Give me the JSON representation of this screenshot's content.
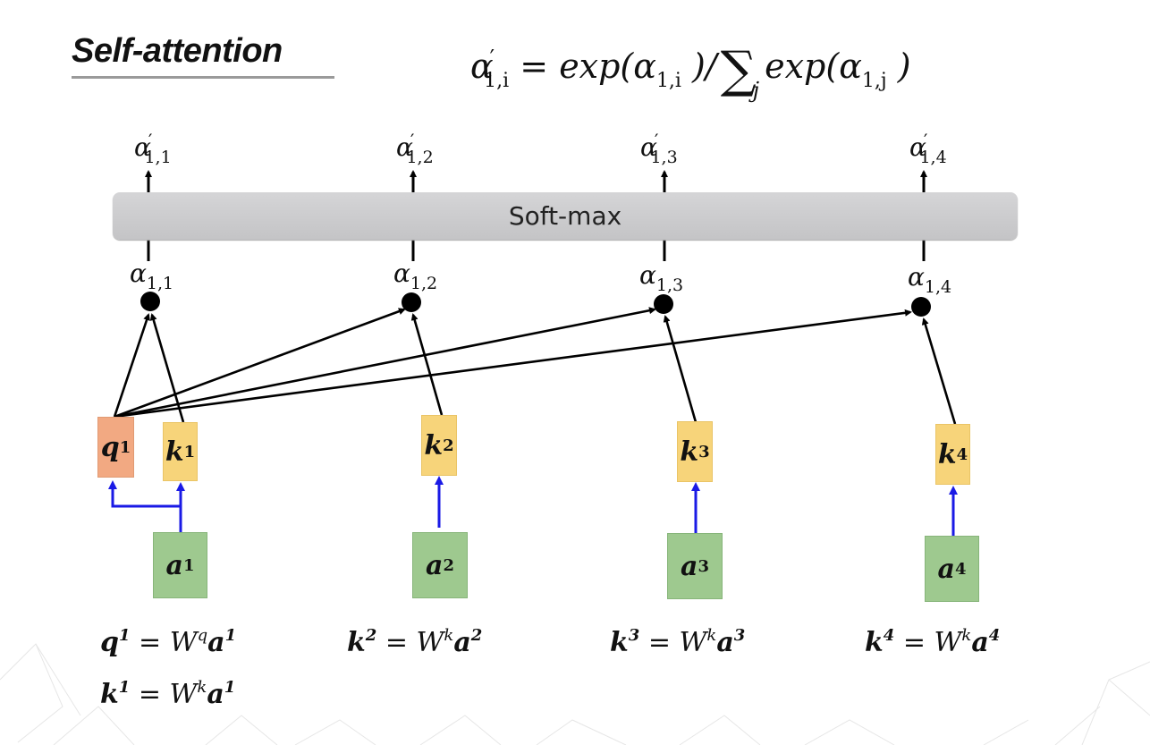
{
  "slide": {
    "title": "Self-attention",
    "formula": {
      "lhs": "α",
      "lhs_prime": "′",
      "lhs_sub": "1,i",
      "equals": "=",
      "exp1": "exp(",
      "exp1_arg": "α",
      "exp1_arg_sub": "1,i",
      "exp1_close": " )/",
      "sum": "∑",
      "sum_sub": "j",
      "exp2": "exp(",
      "exp2_arg": "α",
      "exp2_arg_sub": "1,j",
      "exp2_close": " )"
    },
    "softmax_label": "Soft-max",
    "outputs": [
      {
        "symbol": "α",
        "prime": "′",
        "sub": "1,1"
      },
      {
        "symbol": "α",
        "prime": "′",
        "sub": "1,2"
      },
      {
        "symbol": "α",
        "prime": "′",
        "sub": "1,3"
      },
      {
        "symbol": "α",
        "prime": "′",
        "sub": "1,4"
      }
    ],
    "scores": [
      {
        "symbol": "α",
        "sub": "1,1"
      },
      {
        "symbol": "α",
        "sub": "1,2"
      },
      {
        "symbol": "α",
        "sub": "1,3"
      },
      {
        "symbol": "α",
        "sub": "1,4"
      }
    ],
    "query_box": {
      "symbol": "q",
      "sup": "1"
    },
    "key_boxes": [
      {
        "symbol": "k",
        "sup": "1"
      },
      {
        "symbol": "k",
        "sup": "2"
      },
      {
        "symbol": "k",
        "sup": "3"
      },
      {
        "symbol": "k",
        "sup": "4"
      }
    ],
    "input_boxes": [
      {
        "symbol": "a",
        "sup": "1"
      },
      {
        "symbol": "a",
        "sup": "2"
      },
      {
        "symbol": "a",
        "sup": "3"
      },
      {
        "symbol": "a",
        "sup": "4"
      }
    ],
    "equations": [
      {
        "lhs": "q",
        "lhs_sup": "1",
        "eq": " = ",
        "w": "W",
        "w_sup": "q",
        "rhs": "a",
        "rhs_sup": "1"
      },
      {
        "lhs": "k",
        "lhs_sup": "2",
        "eq": " = ",
        "w": "W",
        "w_sup": "k",
        "rhs": "a",
        "rhs_sup": "2"
      },
      {
        "lhs": "k",
        "lhs_sup": "3",
        "eq": " = ",
        "w": "W",
        "w_sup": "k",
        "rhs": "a",
        "rhs_sup": "3"
      },
      {
        "lhs": "k",
        "lhs_sup": "4",
        "eq": " = ",
        "w": "W",
        "w_sup": "k",
        "rhs": "a",
        "rhs_sup": "4"
      },
      {
        "lhs": "k",
        "lhs_sup": "1",
        "eq": " = ",
        "w": "W",
        "w_sup": "k",
        "rhs": "a",
        "rhs_sup": "1"
      }
    ],
    "colors": {
      "query": "#f2a982",
      "key": "#f7d47a",
      "input": "#9ec98f",
      "softmax": "#c9c9cb",
      "projection_arrow": "#1a1ae6",
      "score_arrow": "#000000"
    }
  }
}
